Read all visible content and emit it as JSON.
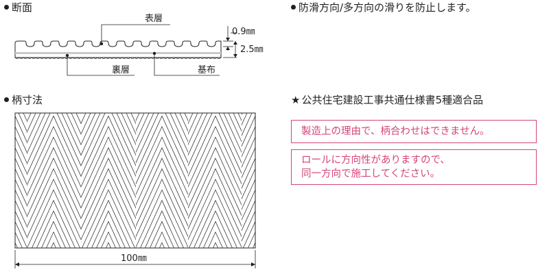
{
  "cross_section": {
    "heading": "断面",
    "label_surface": "表層",
    "label_back": "裏層",
    "label_base_cloth": "基布",
    "dim_top": "0.9㎜",
    "dim_total": "2.5㎜"
  },
  "pattern": {
    "heading": "柄寸法",
    "width_label": "100㎜"
  },
  "features": {
    "anti_slip": "防滑方向/多方向の滑りを防止します。",
    "standard": "公共住宅建設工事共通仕様書5種適合品",
    "notice_1": "製造上の理由で、柄合わせはできません。",
    "notice_2_line1": "ロールに方向性がありますので、",
    "notice_2_line2": "同一方向で施工してください。"
  },
  "colors": {
    "ink": "#231f20",
    "notice": "#d5447a"
  },
  "icons": {
    "bullet": "filled-circle",
    "star": "★"
  }
}
